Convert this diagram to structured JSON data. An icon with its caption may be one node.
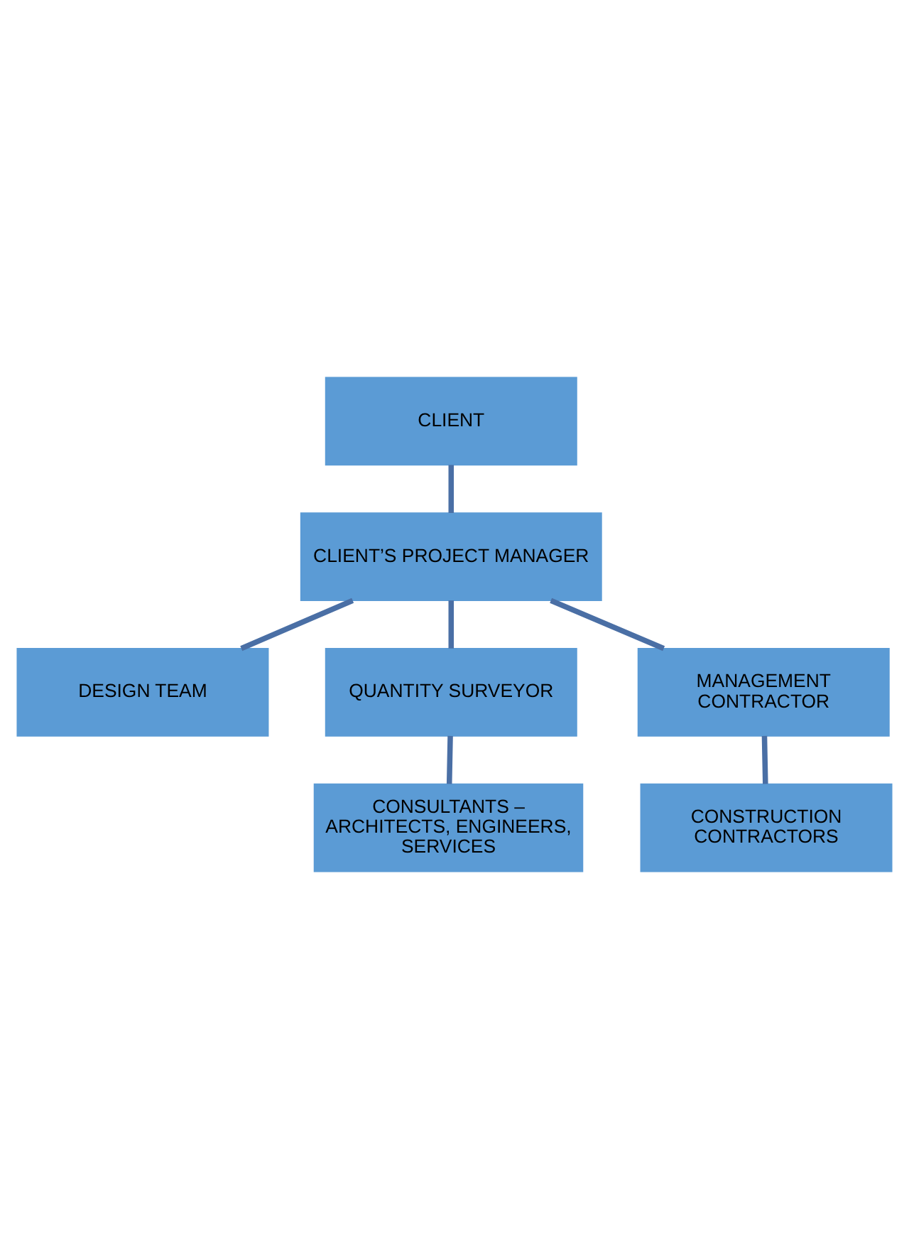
{
  "diagram": {
    "nodes": [
      {
        "text": [
          "CLIENT"
        ]
      },
      {
        "text": [
          "CLIENT’S PROJECT MANAGER"
        ]
      },
      {
        "text": [
          "DESIGN TEAM"
        ]
      },
      {
        "text": [
          "QUANTITY SURVEYOR"
        ]
      },
      {
        "text": [
          "CONSULTANTS – ARCHITECTS, ENGINEERS, SERVICES"
        ]
      },
      {
        "text": [
          "MANAGEMENT CONTRACTOR"
        ]
      },
      {
        "text": [
          "CONSTRUCTION CONTRACTORS"
        ]
      }
    ],
    "edges": [
      {
        "from": 0,
        "to": 1,
        "arrow": "none"
      },
      {
        "from": 1,
        "to": 2,
        "arrow": "none"
      },
      {
        "from": 1,
        "to": 3,
        "arrow": "none"
      },
      {
        "from": 3,
        "to": 4,
        "arrow": "none"
      },
      {
        "from": 1,
        "to": 5,
        "arrow": "none"
      },
      {
        "from": 5,
        "to": 6,
        "arrow": "none"
      }
    ]
  }
}
